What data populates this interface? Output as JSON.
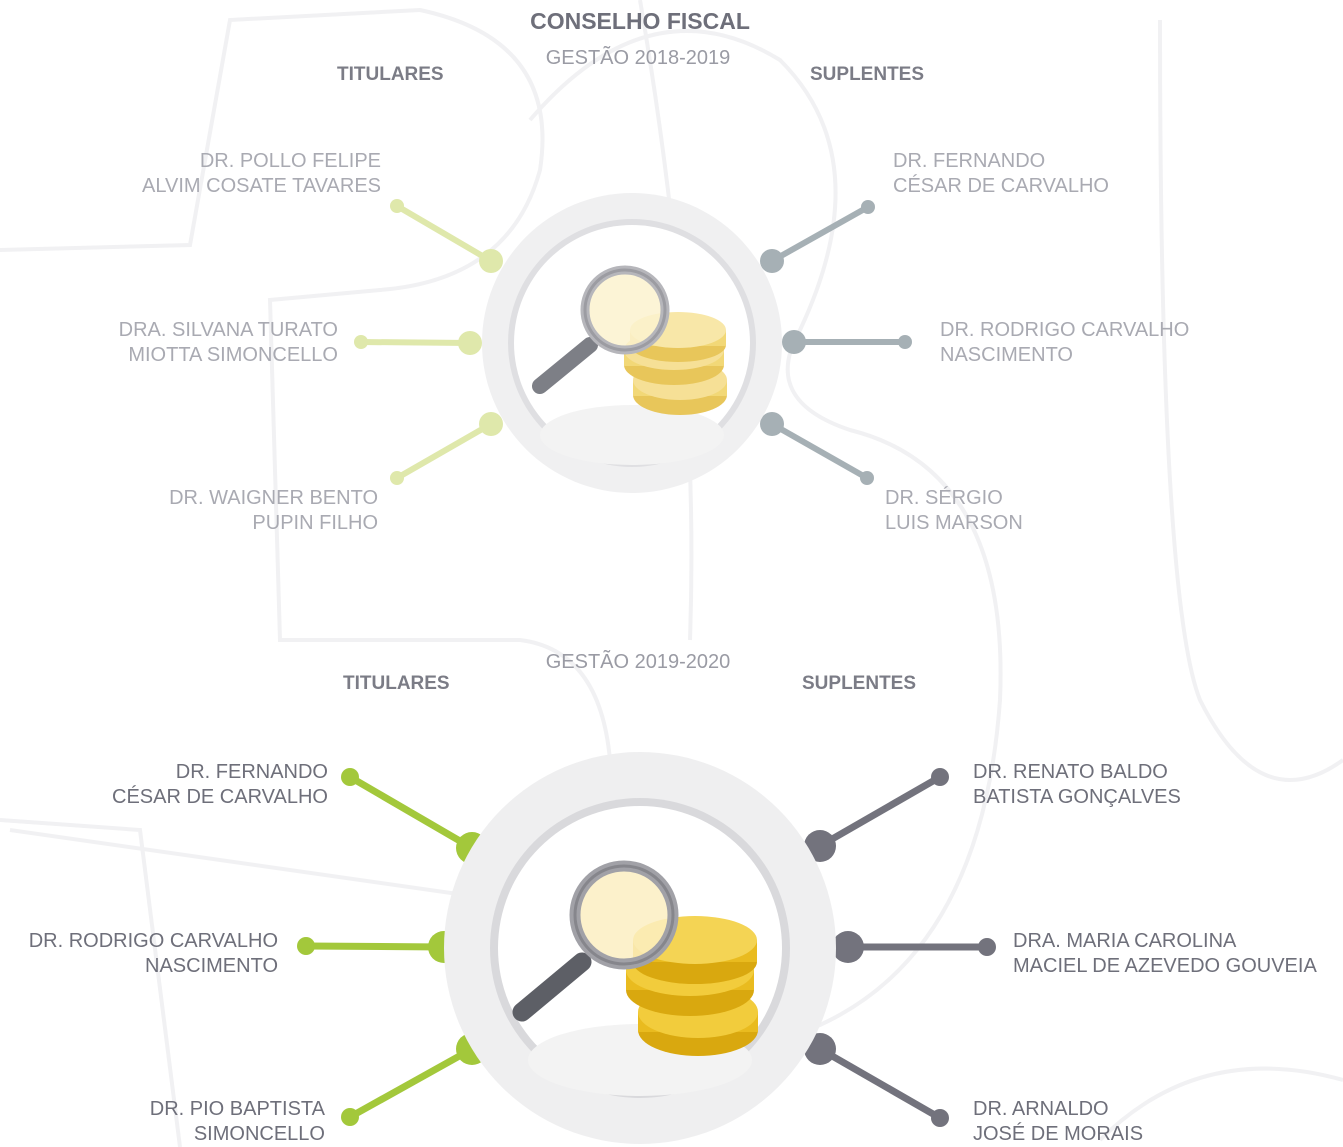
{
  "title": "CONSELHO FISCAL",
  "panels": [
    {
      "term": "GESTÃO 2018-2019",
      "titulares_label": "TITULARES",
      "suplentes_label": "SUPLENTES",
      "titulares": [
        {
          "line1": "DR. POLLO FELIPE",
          "line2": "ALVIM COSATE TAVARES"
        },
        {
          "line1": "DRA. SILVANA TURATO",
          "line2": "MIOTTA SIMONCELLO"
        },
        {
          "line1": "DR. WAIGNER BENTO",
          "line2": "PUPIN FILHO"
        }
      ],
      "suplentes": [
        {
          "line1": "DR. FERNANDO",
          "line2": "CÉSAR DE CARVALHO"
        },
        {
          "line1": "DR. RODRIGO CARVALHO",
          "line2": "NASCIMENTO"
        },
        {
          "line1": "DR. SÉRGIO",
          "line2": "LUIS MARSON"
        }
      ],
      "colors": {
        "titulares": "#dfe8ab",
        "suplentes": "#a6b0b5"
      },
      "icon": "magnifier-coins-icon"
    },
    {
      "term": "GESTÃO 2019-2020",
      "titulares_label": "TITULARES",
      "suplentes_label": "SUPLENTES",
      "titulares": [
        {
          "line1": "DR. FERNANDO",
          "line2": "CÉSAR DE CARVALHO"
        },
        {
          "line1": "DR. RODRIGO CARVALHO",
          "line2": "NASCIMENTO"
        },
        {
          "line1": "DR. PIO BAPTISTA",
          "line2": "SIMONCELLO"
        }
      ],
      "suplentes": [
        {
          "line1": "DR. RENATO BALDO",
          "line2": "BATISTA GONÇALVES"
        },
        {
          "line1": "DRA. MARIA CAROLINA",
          "line2": "MACIEL DE AZEVEDO GOUVEIA"
        },
        {
          "line1": "DR. ARNALDO",
          "line2": "JOSÉ DE MORAIS"
        }
      ],
      "colors": {
        "titulares": "#a3c83b",
        "suplentes": "#73737d"
      },
      "icon": "magnifier-coins-icon"
    }
  ]
}
